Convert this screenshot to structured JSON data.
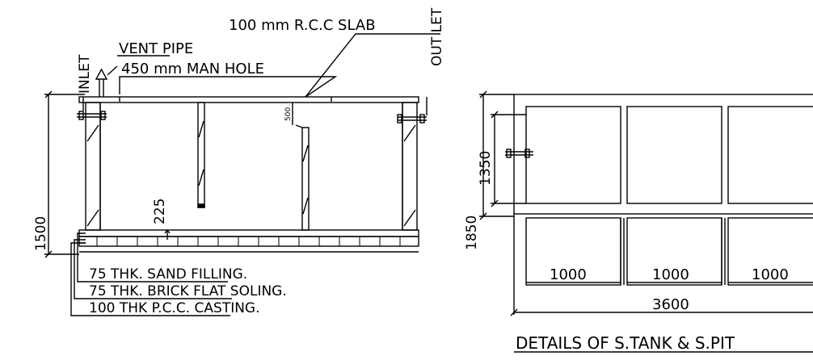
{
  "labels": {
    "slab": "100 mm R.C.C SLAB",
    "vent_pipe": "VENT PIPE",
    "man_hole": "450 mm MAN HOLE",
    "inlet": "INLET",
    "outlet": "OUT LET",
    "dim_500": "500",
    "dim_225": "225",
    "dim_1500": "1500",
    "dim_1350": "1350",
    "dim_1850": "1850",
    "dim_1000_a": "1000",
    "dim_1000_b": "1000",
    "dim_1000_c": "1000",
    "dim_3600": "3600",
    "sand_filling": "75 THK. SAND FILLING.",
    "brick_soling": "75 THK. BRICK FLAT SOLING.",
    "pcc_casting": "100 THK P.C.C. CASTING.",
    "title": "DETAILS OF S.TANK & S.PIT"
  }
}
